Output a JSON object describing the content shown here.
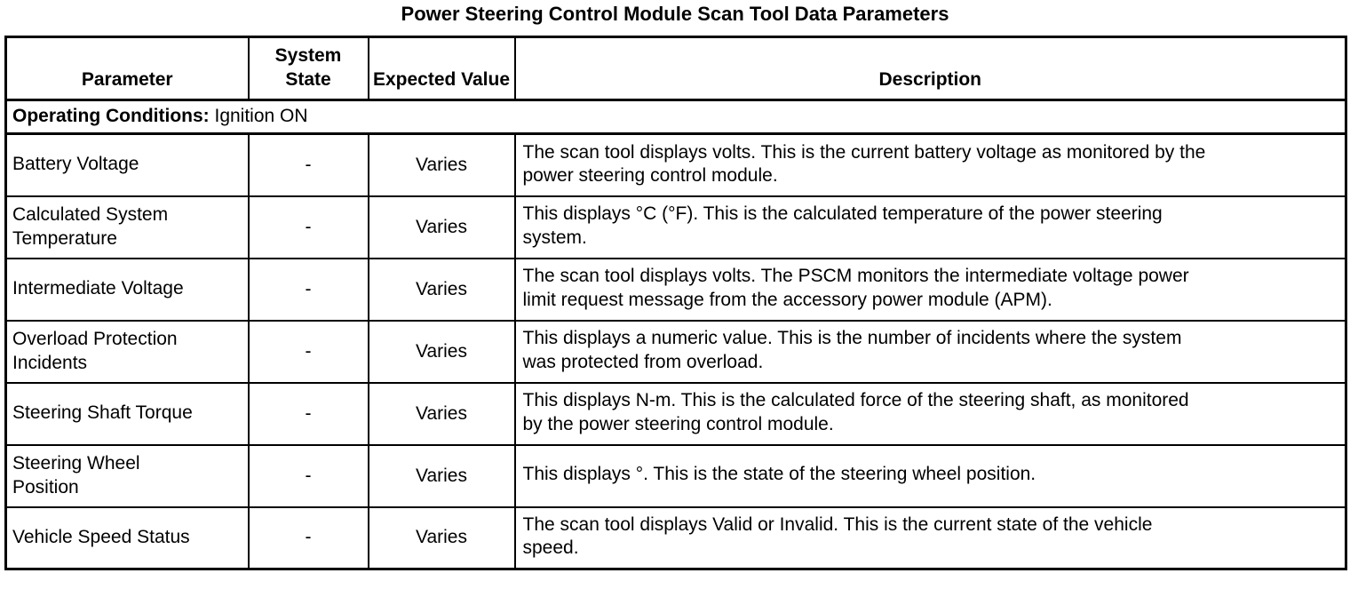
{
  "title": "Power Steering Control Module Scan Tool Data Parameters",
  "table": {
    "headers": [
      "Parameter",
      "System State",
      "Expected Value",
      "Description"
    ],
    "section": {
      "label": "Operating Conditions:",
      "value": " Ignition ON"
    },
    "rows": [
      {
        "parameter": "Battery Voltage",
        "system_state": "-",
        "expected_value": "Varies",
        "description": "The scan tool displays volts. This is the current battery voltage as monitored by the\npower steering control module."
      },
      {
        "parameter": "Calculated System\nTemperature",
        "system_state": "-",
        "expected_value": "Varies",
        "description": "This displays °C (°F). This is the calculated temperature of the power steering\nsystem."
      },
      {
        "parameter": "Intermediate Voltage",
        "system_state": "-",
        "expected_value": "Varies",
        "description": "The scan tool displays volts. The PSCM monitors the intermediate voltage power\nlimit request message from the accessory power module (APM)."
      },
      {
        "parameter": "Overload Protection\nIncidents",
        "system_state": "-",
        "expected_value": "Varies",
        "description": "This displays a numeric value. This is the number of incidents where the system\nwas protected from overload."
      },
      {
        "parameter": "Steering Shaft Torque",
        "system_state": "-",
        "expected_value": "Varies",
        "description": "This displays N-m. This is the calculated force of the steering shaft, as monitored\nby the power steering control module."
      },
      {
        "parameter": "Steering Wheel\nPosition",
        "system_state": "-",
        "expected_value": "Varies",
        "description": "This displays °. This is the state of the steering wheel position."
      },
      {
        "parameter": "Vehicle Speed Status",
        "system_state": "-",
        "expected_value": "Varies",
        "description": "The scan tool displays Valid or Invalid. This is the current state of the vehicle\nspeed."
      }
    ]
  },
  "colors": {
    "text": "#000000",
    "border": "#000000",
    "background": "#ffffff"
  }
}
